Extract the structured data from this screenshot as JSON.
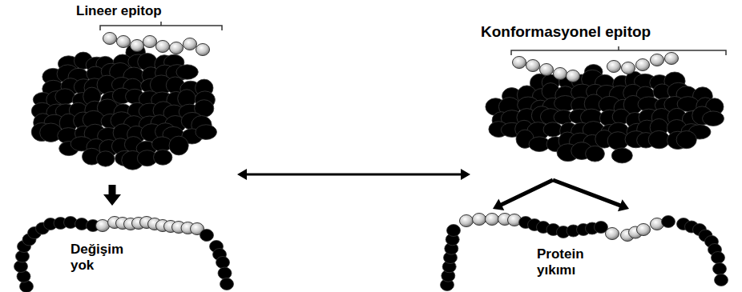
{
  "diagram": {
    "nodes": [
      {
        "text": [
          "Lineer epitop"
        ]
      },
      {
        "text": [
          "Konformasyonel epitop"
        ]
      },
      {
        "text": [
          "Değişim yok"
        ]
      },
      {
        "text": [
          "Protein yıkımı"
        ]
      }
    ],
    "edges": [
      {
        "from": 0,
        "to": 2,
        "arrow": "to"
      },
      {
        "from": 0,
        "to": 1,
        "arrow": "both"
      },
      {
        "from": 1,
        "to": 3,
        "arrow": "to"
      }
    ]
  }
}
